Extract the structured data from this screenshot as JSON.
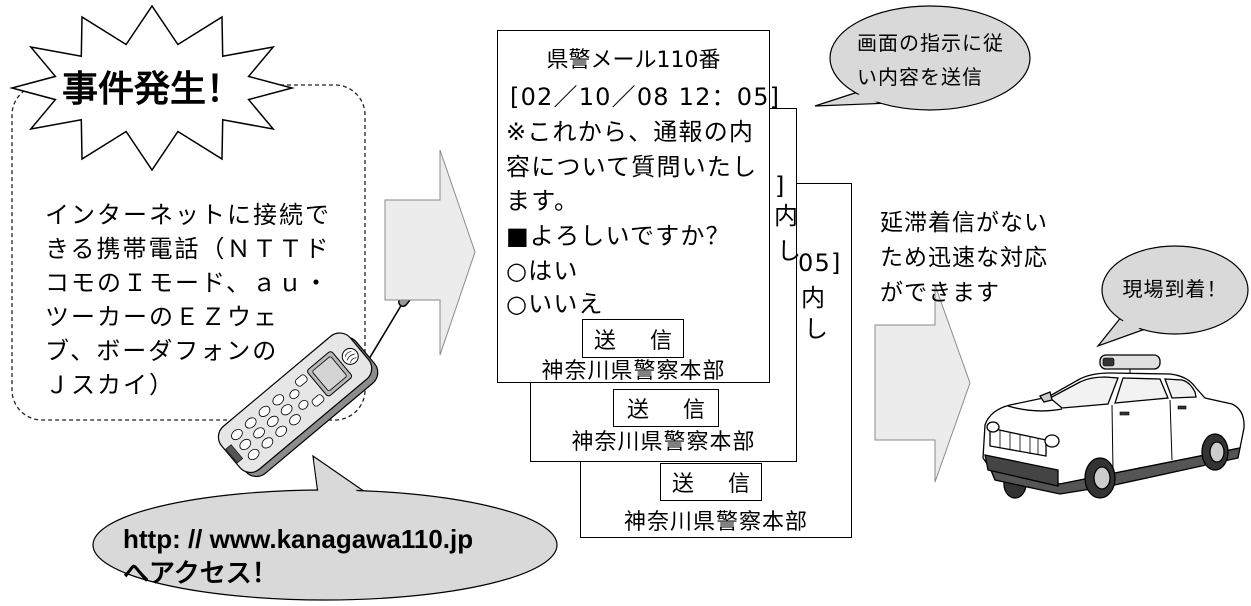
{
  "incident_burst": {
    "label": "事件発生！"
  },
  "phone_box": {
    "lines": [
      "インターネットに接続で",
      "きる携帯電話（ＮＴＴド",
      "コモのＩモード、ａｕ・",
      "ツーカーのＥＺウェ",
      "ブ、ボーダフォンの",
      "Ｊスカイ）"
    ]
  },
  "access_bubble": {
    "line1": "http: // www.kanagawa110.jp",
    "line2": "へアクセス！"
  },
  "screen_front": {
    "title": "県警メール110番",
    "timestamp": "[02／10／08 12：05]",
    "message_lines": [
      "※これから、通報の内",
      "容について質問いたし",
      "ます。"
    ],
    "question": "■よろしいですか？",
    "options": [
      "○はい",
      "○いいえ"
    ],
    "send_label": "送　信",
    "footer": "神奈川県警察本部"
  },
  "screen_middle": {
    "fragments": [
      "]",
      "内",
      "し"
    ],
    "send_label": "送　信",
    "footer": "神奈川県警察本部"
  },
  "screen_back": {
    "fragments": [
      "05]",
      "内",
      "し"
    ],
    "send_label": "送　信",
    "footer": "神奈川県警察本部"
  },
  "instruction_bubble": {
    "lines": [
      "画面の指示に従",
      "い内容を送信"
    ]
  },
  "benefit_text": {
    "lines": [
      "延滞着信がない",
      "ため迅速な対応",
      "ができます"
    ]
  },
  "arrival_bubble": {
    "label": "現場到着！"
  },
  "illustrations": {
    "phone": "mobile-phone-icon",
    "car": "police-car-icon",
    "flow_arrows": "right-arrow-icon"
  },
  "colors": {
    "bubble_fill": "#d9d9d9",
    "arrow_fill": "#ececec",
    "arrow_stroke": "#8a8a8a",
    "outline": "#000000"
  }
}
